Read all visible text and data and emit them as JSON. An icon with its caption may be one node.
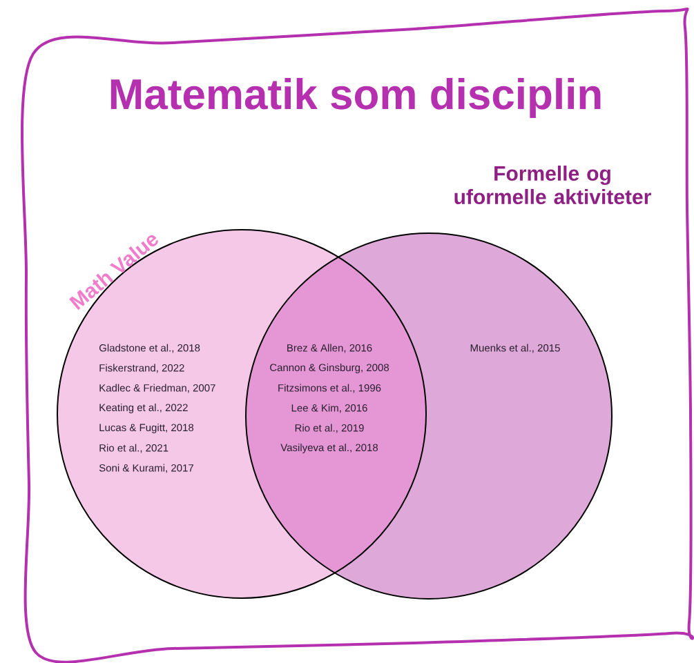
{
  "diagram": {
    "title": "Matematik som disciplin",
    "nodes": [
      {
        "text": [
          "Math Value",
          "Gladstone et al., 2018",
          "Fiskerstrand, 2022",
          "Kadlec & Friedman, 2007",
          "Keating et al., 2022",
          "Lucas & Fugitt, 2018",
          "Rio et al., 2021",
          "Soni & Kurami, 2017"
        ]
      },
      {
        "text": [
          "Formelle og uformelle aktiviteter",
          "Muenks et al., 2015"
        ]
      }
    ],
    "labels": [
      "Brez & Allen, 2016",
      "Cannon & Ginsburg, 2008",
      "Fitzsimons et al., 1996",
      "Lee & Kim, 2016",
      "Rio et al., 2019",
      "Vasilyeva et al., 2018"
    ]
  }
}
